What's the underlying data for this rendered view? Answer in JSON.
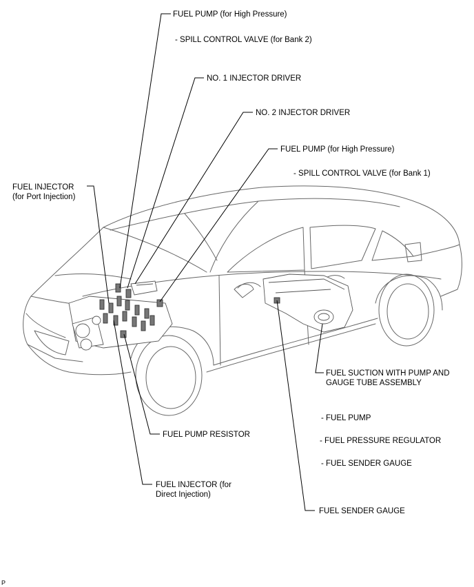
{
  "labels": {
    "fuel_pump_hp_bank2": "FUEL PUMP (for High Pressure)",
    "spill_valve_bank2": "- SPILL CONTROL VALVE (for Bank 2)",
    "injector_driver_1": "NO. 1 INJECTOR DRIVER",
    "injector_driver_2": "NO. 2 INJECTOR DRIVER",
    "fuel_pump_hp_bank1": "FUEL PUMP (for High Pressure)",
    "spill_valve_bank1": "- SPILL CONTROL VALVE (for Bank 1)",
    "port_injector_line1": "FUEL INJECTOR",
    "port_injector_line2": "(for Port Injection)",
    "suction_line1": "FUEL SUCTION WITH PUMP AND",
    "suction_line2": "GAUGE TUBE ASSEMBLY",
    "sub_fuel_pump": "- FUEL PUMP",
    "sub_pressure_regulator": "- FUEL PRESSURE REGULATOR",
    "sub_sender_gauge": "- FUEL SENDER GAUGE",
    "pump_resistor": "FUEL PUMP RESISTOR",
    "direct_injector_line1": "FUEL INJECTOR (for",
    "direct_injector_line2": "Direct Injection)",
    "sender_gauge": "FUEL SENDER GAUGE",
    "corner_mark": "P"
  }
}
